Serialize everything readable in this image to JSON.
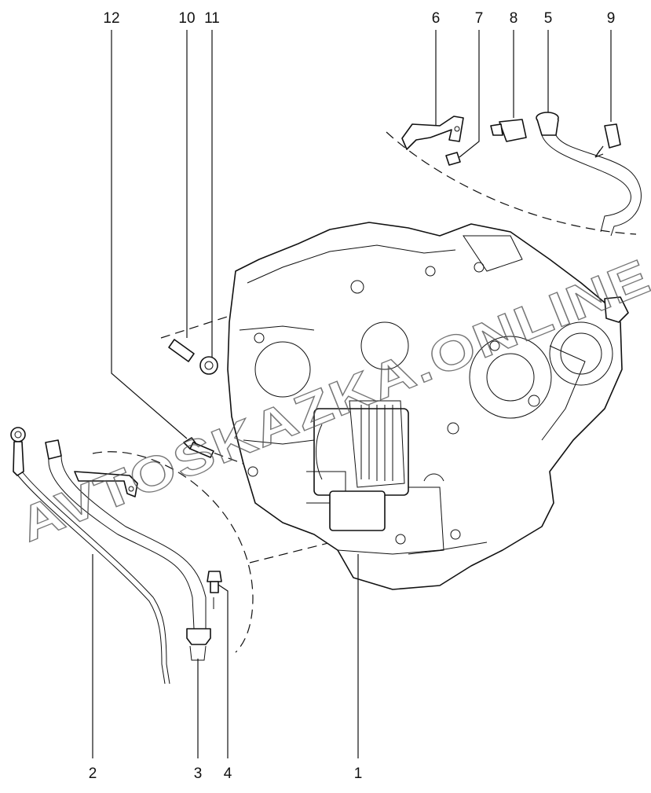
{
  "callouts": [
    {
      "id": "1",
      "label": "1"
    },
    {
      "id": "2",
      "label": "2"
    },
    {
      "id": "3",
      "label": "3"
    },
    {
      "id": "4",
      "label": "4"
    },
    {
      "id": "5",
      "label": "5"
    },
    {
      "id": "6",
      "label": "6"
    },
    {
      "id": "7",
      "label": "7"
    },
    {
      "id": "8",
      "label": "8"
    },
    {
      "id": "9",
      "label": "9"
    },
    {
      "id": "10",
      "label": "10"
    },
    {
      "id": "11",
      "label": "11"
    },
    {
      "id": "12",
      "label": "12"
    }
  ],
  "watermark": {
    "text": "AVTOSKAZKA.ONLINE"
  },
  "colors": {
    "ink": "#111111",
    "background": "#ffffff",
    "watermark": "#555555"
  }
}
